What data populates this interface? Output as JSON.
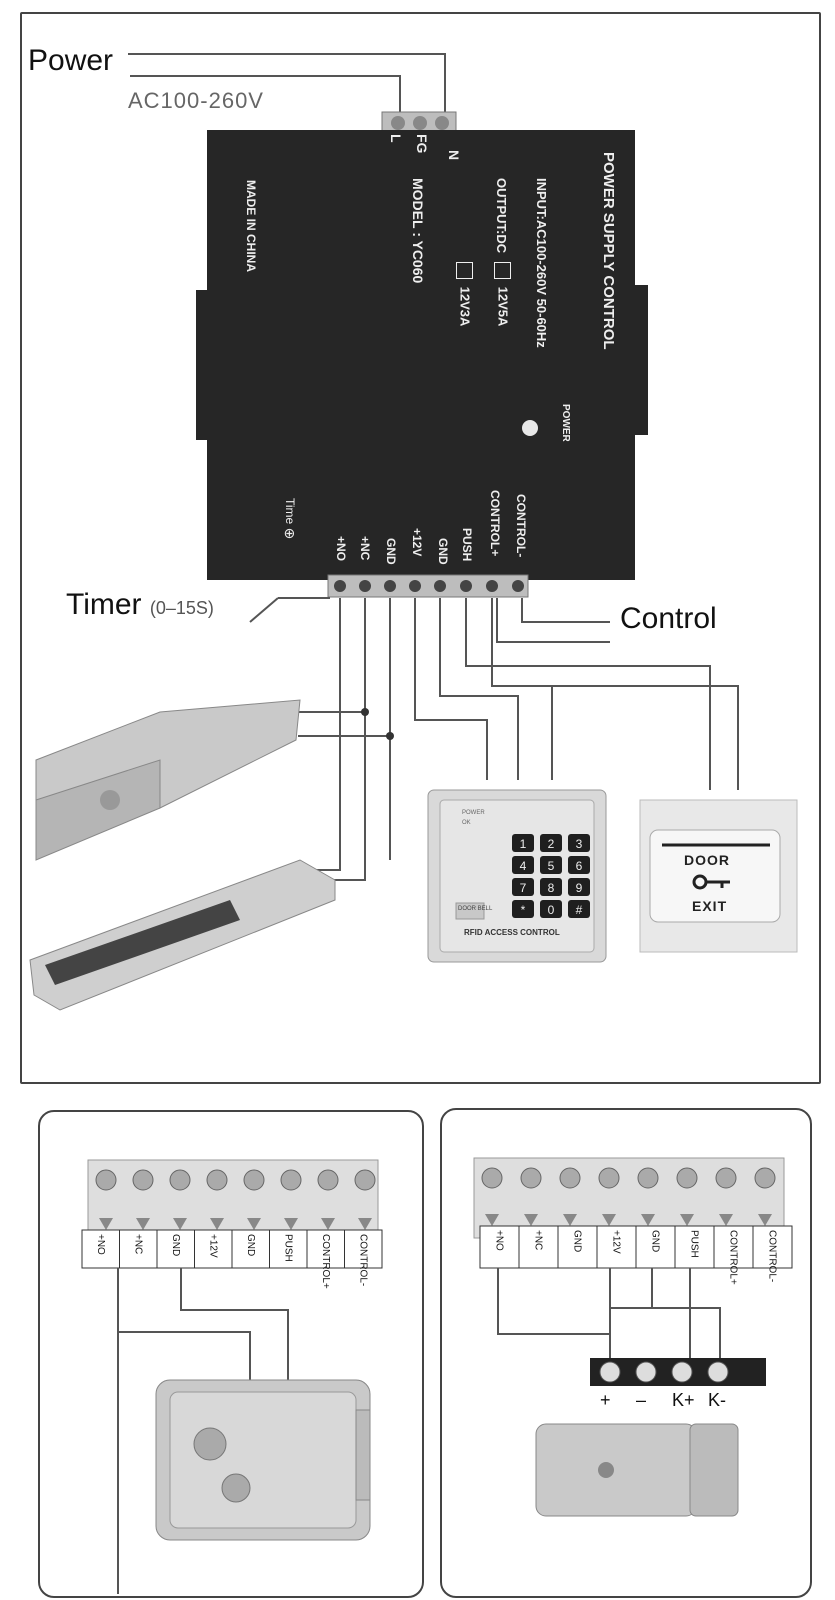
{
  "top_labels": {
    "power": "Power",
    "ac_range": "AC100-260V",
    "timer": "Timer",
    "timer_range": "(0–15S)",
    "control": "Control"
  },
  "box": {
    "title": "POWER SUPPLY CONTROL",
    "input": "INPUT:AC100-260V 50-60Hz",
    "output": "OUTPUT:DC",
    "opt1": "12V5A",
    "opt2": "12V3A",
    "model": "MODEL : YC060",
    "made": "MADE IN CHINA",
    "power_led": "POWER",
    "time": "Time",
    "input_terms": [
      "N",
      "FG",
      "L"
    ],
    "terminals": [
      "CONTROL-",
      "CONTROL+",
      "PUSH",
      "GND",
      "+12V",
      "GND",
      "+NC",
      "+NO"
    ]
  },
  "keypad": {
    "led1": "POWER",
    "led2": "OK",
    "keys": [
      "1",
      "2",
      "3",
      "4",
      "5",
      "6",
      "7",
      "8",
      "9",
      "*",
      "0",
      "#"
    ],
    "bell_label": "DOOR BELL",
    "caption": "RFID ACCESS CONTROL"
  },
  "exit_button": {
    "line1": "DOOR",
    "line2": "EXIT"
  },
  "bottom_left": {
    "terminals": [
      "+NO",
      "+NC",
      "GND",
      "+12V",
      "GND",
      "PUSH",
      "CONTROL+",
      "CONTROL-"
    ]
  },
  "bottom_right": {
    "terminals": [
      "+NO",
      "+NC",
      "GND",
      "+12V",
      "GND",
      "PUSH",
      "CONTROL+",
      "CONTROL-"
    ],
    "lock_terminals": [
      "+",
      "–",
      "K+",
      "K-"
    ]
  },
  "colors": {
    "box": "#262626",
    "wire": "#555555",
    "frame": "#333333",
    "metal": "#c9c9c9",
    "keypad": "#d9d9d9"
  }
}
